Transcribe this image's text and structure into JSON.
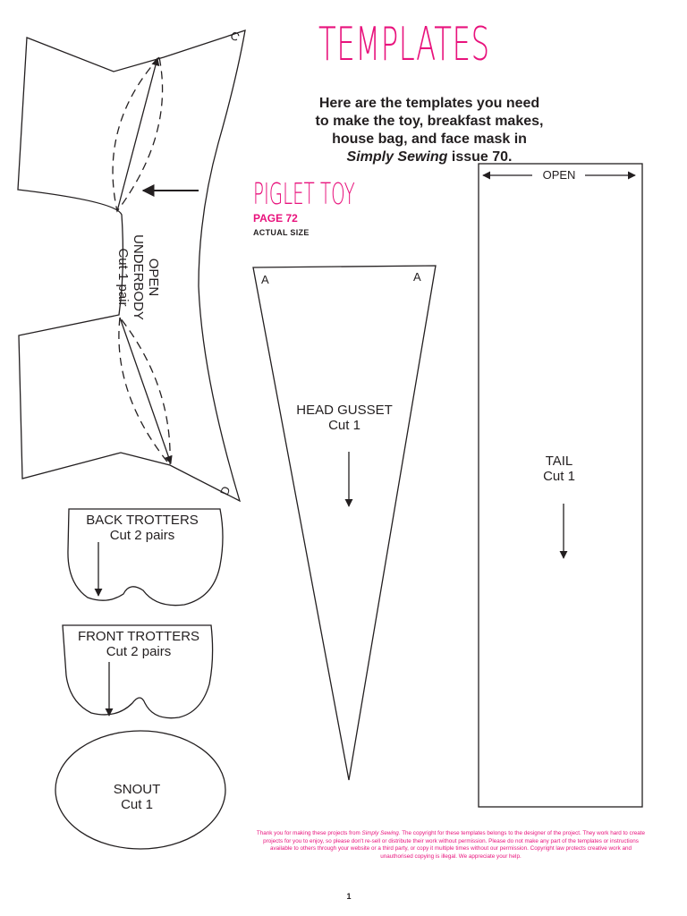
{
  "colors": {
    "accent": "#e8127c",
    "ink": "#231f20"
  },
  "header": {
    "title": "TEMPLATES",
    "intro_line1": "Here are the templates you need",
    "intro_line2": "to make the toy, breakfast makes,",
    "intro_line3": "house bag, and face mask in",
    "intro_mag": "Simply Sewing",
    "intro_issue": " issue 70."
  },
  "section": {
    "title": "PIGLET TOY",
    "page": "PAGE 72",
    "scale": "ACTUAL SIZE"
  },
  "pieces": {
    "underbody": {
      "open": "OPEN",
      "name": "UNDERBODY",
      "cut": "Cut 1 pair",
      "mark_c": "C",
      "mark_d": "D"
    },
    "head_gusset": {
      "name": "HEAD GUSSET",
      "cut": "Cut 1",
      "mark_a_left": "A",
      "mark_a_right": "A"
    },
    "tail": {
      "name": "TAIL",
      "cut": "Cut 1",
      "open": "OPEN"
    },
    "back_trotters": {
      "name": "BACK TROTTERS",
      "cut": "Cut 2 pairs"
    },
    "front_trotters": {
      "name": "FRONT TROTTERS",
      "cut": "Cut 2 pairs"
    },
    "snout": {
      "name": "SNOUT",
      "cut": "Cut 1"
    }
  },
  "footer": {
    "p1": "Thank you for making these projects from ",
    "mag": "Simply Sewing",
    "p2": ". The copyright for these templates belongs to the designer of the project. They work hard to create projects for you to enjoy, so please don't re-sell or distribute their work without permission. Please do not make any part of the templates or instructions available to others through your website or a third party, or copy it multiple times without our permission. Copyright law protects creative work and unauthorised copying is illegal. We appreciate your help."
  },
  "page_number": "1"
}
